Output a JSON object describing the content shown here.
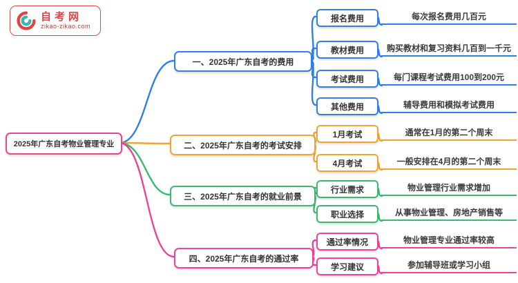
{
  "logo": {
    "title": "自考网",
    "url": "zikao-zikao.com"
  },
  "root": {
    "label": "2025年广东自考物业管理专业"
  },
  "colors": {
    "blue": "#2e7fe8",
    "orange": "#f0a436",
    "green": "#3bb971",
    "pink": "#ea4397",
    "logo_red": "#e24444",
    "logo_teal": "#35b8b2"
  },
  "branches": [
    {
      "label": "一、2025年广东自考的费用",
      "color": "#2e7fe8",
      "items": [
        {
          "label": "报名费用",
          "desc": "每次报名费用几百元"
        },
        {
          "label": "教材费用",
          "desc": "购买教材和复习资料几百到一千元"
        },
        {
          "label": "考试费用",
          "desc": "每门课程考试费用100到200元"
        },
        {
          "label": "其他费用",
          "desc": "辅导费用和模拟考试费用"
        }
      ]
    },
    {
      "label": "二、2025年广东自考的考试安排",
      "color": "#f0a436",
      "items": [
        {
          "label": "1月考试",
          "desc": "通常在1月的第二个周末"
        },
        {
          "label": "4月考试",
          "desc": "一般安排在4月的第二个周末"
        }
      ]
    },
    {
      "label": "三、2025年广东自考的就业前景",
      "color": "#3bb971",
      "items": [
        {
          "label": "行业需求",
          "desc": "物业管理行业需求增加"
        },
        {
          "label": "职业选择",
          "desc": "从事物业管理、房地产销售等"
        }
      ]
    },
    {
      "label": "四、2025年广东自考的通过率",
      "color": "#ea4397",
      "items": [
        {
          "label": "通过率情况",
          "desc": "物业管理专业通过率较高"
        },
        {
          "label": "学习建议",
          "desc": "参加辅导班或学习小组"
        }
      ]
    }
  ]
}
